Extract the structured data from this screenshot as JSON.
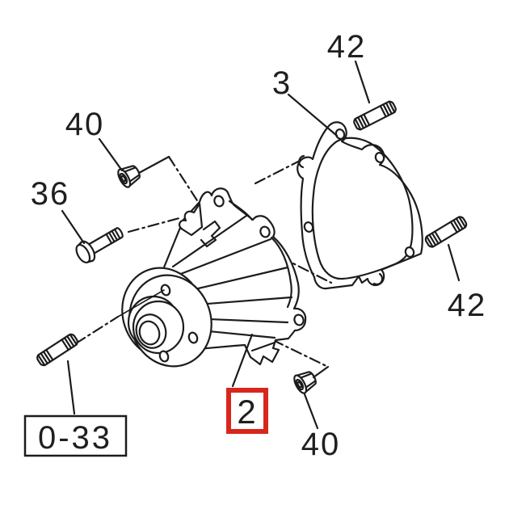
{
  "diagram": {
    "callouts": [
      {
        "id": "40-top",
        "text": "40"
      },
      {
        "id": "36",
        "text": "36"
      },
      {
        "id": "3",
        "text": "3"
      },
      {
        "id": "42-top",
        "text": "42"
      },
      {
        "id": "42-right",
        "text": "42"
      },
      {
        "id": "40-bottom",
        "text": "40"
      },
      {
        "id": "2-selected",
        "text": "2",
        "highlighted": true
      },
      {
        "id": "page-ref",
        "text": "0-33",
        "boxed": true
      }
    ],
    "colors": {
      "line": "#1c1c1c",
      "highlight_box": "#d8261d",
      "background": "#ffffff",
      "text": "#1f1f1f"
    }
  }
}
